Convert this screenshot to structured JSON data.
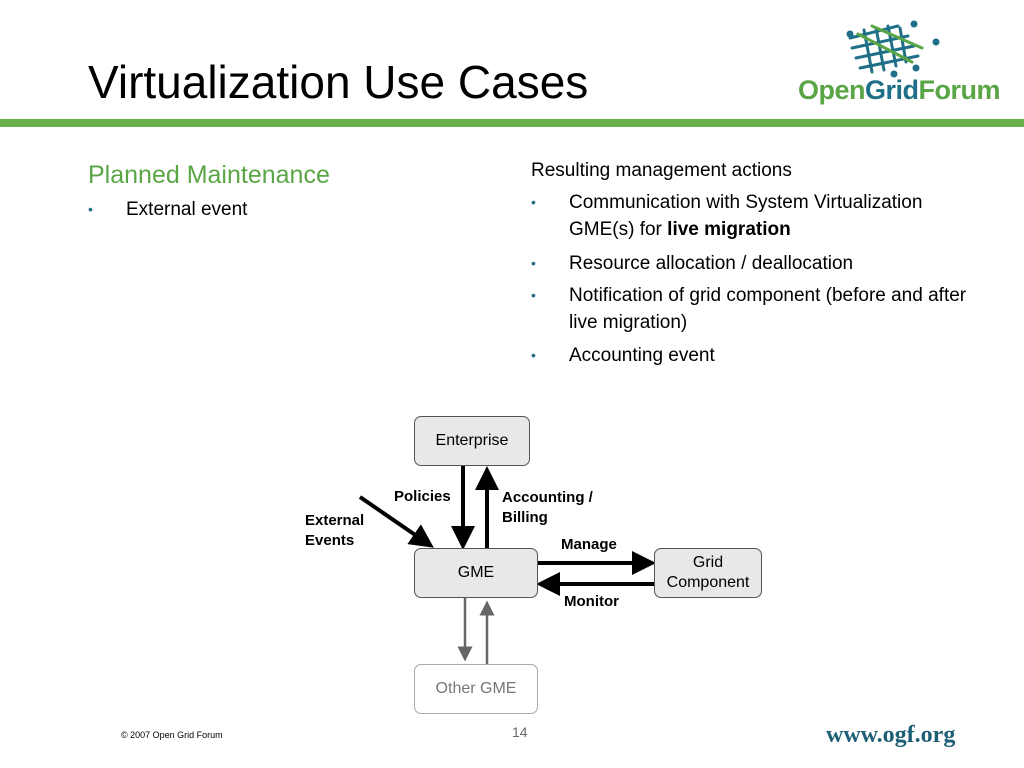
{
  "slide": {
    "title": "Virtualization Use Cases",
    "logo_text": {
      "open": "Open",
      "grid": "Grid",
      "forum": "Forum"
    },
    "accent_color": "#6ab04c",
    "brand_blue": "#1f6f86"
  },
  "left": {
    "heading": "Planned Maintenance",
    "bullets": [
      "External event"
    ]
  },
  "right": {
    "heading": "Resulting management actions",
    "bullet1_prefix": "Communication with System Virtualization GME(s) for ",
    "bullet1_bold": "live migration",
    "bullet2": "Resource allocation / deallocation",
    "bullet3": "Notification of grid component (before and after live migration)",
    "bullet4": "Accounting event"
  },
  "diagram": {
    "nodes": {
      "enterprise": "Enterprise",
      "gme": "GME",
      "grid_component": "Grid Component",
      "other_gme": "Other GME"
    },
    "edge_labels": {
      "policies": "Policies",
      "accounting": "Accounting /",
      "billing": "Billing",
      "external": "External",
      "events": "Events",
      "manage": "Manage",
      "monitor": "Monitor"
    }
  },
  "footer": {
    "copyright": "© 2007 Open Grid Forum",
    "page_number": "14",
    "url": "www.ogf.org"
  }
}
